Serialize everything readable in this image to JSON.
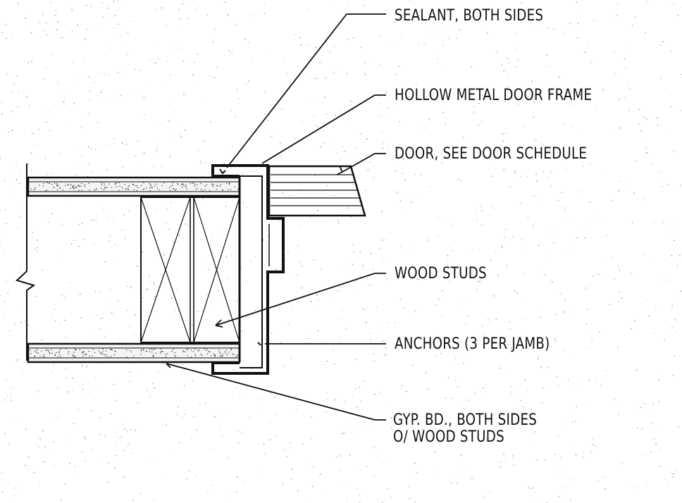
{
  "labels": {
    "sealant": "SEALANT, BOTH SIDES",
    "frame": "HOLLOW METAL DOOR FRAME",
    "door": "DOOR, SEE DOOR SCHEDULE",
    "studs": "WOOD STUDS",
    "anchors": "ANCHORS (3 PER JAMB)",
    "gyp_line1": "GYP. BD., BOTH SIDES",
    "gyp_line2": "O/ WOOD STUDS"
  },
  "colors": {
    "ink": "#111111",
    "paper": "#ffffff",
    "speckle": "#9a9a9a"
  }
}
